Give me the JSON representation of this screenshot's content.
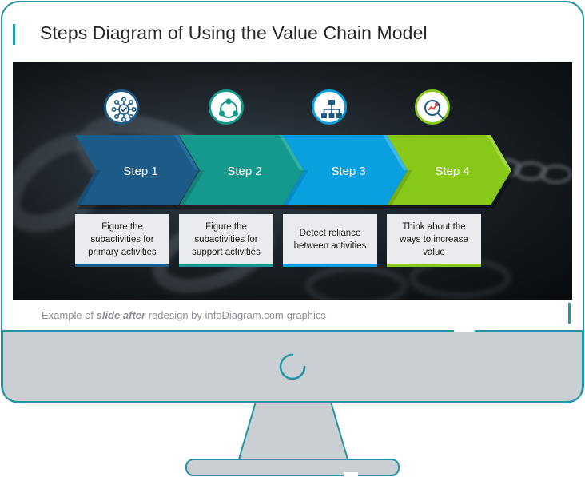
{
  "slide": {
    "title": "Steps Diagram of Using the Value Chain Model"
  },
  "steps": [
    {
      "label": "Step 1",
      "description_lines": [
        "Figure the",
        "subactivities for",
        "primary activities"
      ],
      "color": "#1c5a87",
      "icon": "network-check-icon"
    },
    {
      "label": "Step 2",
      "description_lines": [
        "Figure the",
        "subactivities for",
        "support activities"
      ],
      "color": "#15998c",
      "icon": "cycle-nodes-icon"
    },
    {
      "label": "Step 3",
      "description_lines": [
        "Detect reliance",
        "between activities"
      ],
      "color": "#0aa0e0",
      "icon": "hierarchy-icon"
    },
    {
      "label": "Step 4",
      "description_lines": [
        "Think about the",
        "ways to increase",
        "value"
      ],
      "color": "#88c818",
      "icon": "analytics-magnifier-icon"
    }
  ],
  "caption": {
    "prefix": "Example of ",
    "bold": "slide after",
    "middle": " redesign by infoDiagram.com",
    "suffix": "graphics"
  },
  "colors": {
    "accent": "#2294a4",
    "monitor_frame": "#2294a4",
    "monitor_base": "#c9cfd2"
  }
}
